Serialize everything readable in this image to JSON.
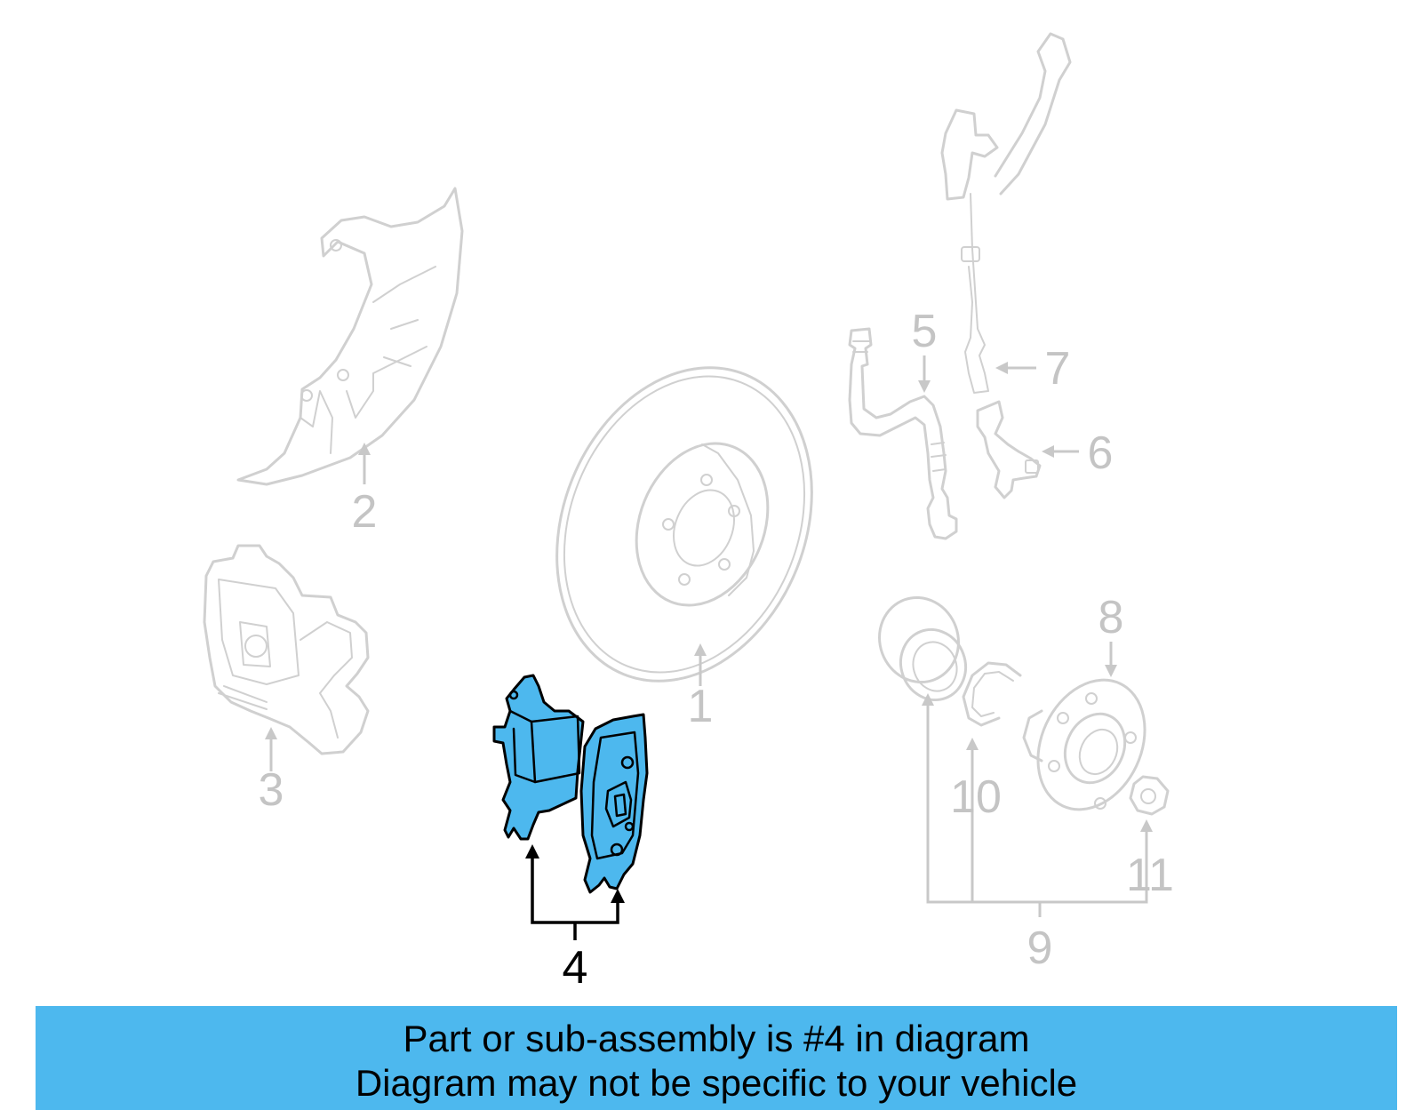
{
  "diagram": {
    "callouts": [
      {
        "id": "1",
        "label": "1"
      },
      {
        "id": "2",
        "label": "2"
      },
      {
        "id": "3",
        "label": "3"
      },
      {
        "id": "4",
        "label": "4",
        "highlighted": true
      },
      {
        "id": "5",
        "label": "5"
      },
      {
        "id": "6",
        "label": "6"
      },
      {
        "id": "7",
        "label": "7"
      },
      {
        "id": "8",
        "label": "8"
      },
      {
        "id": "9",
        "label": "9"
      },
      {
        "id": "10",
        "label": "10"
      },
      {
        "id": "11",
        "label": "11"
      }
    ],
    "colors": {
      "highlight_fill": "#4db8ee",
      "ghost_stroke": "#d0d0d0",
      "ghost_label": "#c4c4c4",
      "active_label": "#000000"
    }
  },
  "banner": {
    "line1": "Part or sub-assembly is #4 in diagram",
    "line2": "Diagram may not be specific to your vehicle"
  }
}
